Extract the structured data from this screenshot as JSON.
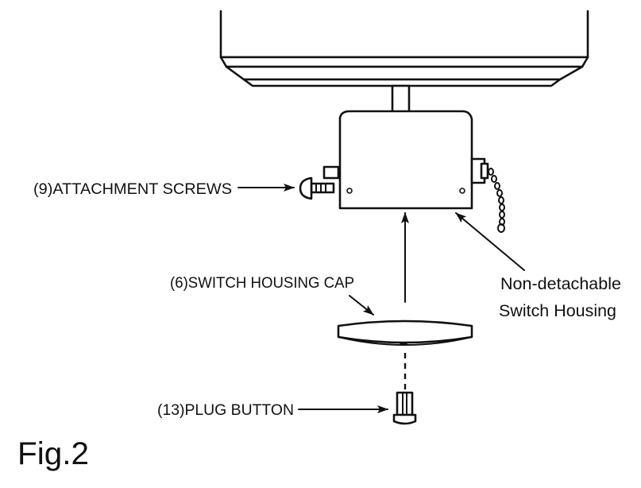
{
  "figure_label": "Fig.2",
  "labels": {
    "attachment_screws": "(9)ATTACHMENT SCREWS",
    "switch_housing_cap": "(6)SWITCH HOUSING CAP",
    "plug_button": "(13)PLUG BUTTON",
    "non_detachable_line1": "Non-detachable",
    "non_detachable_line2": "Switch Housing"
  },
  "colors": {
    "ink": "#111111",
    "background": "#ffffff"
  }
}
